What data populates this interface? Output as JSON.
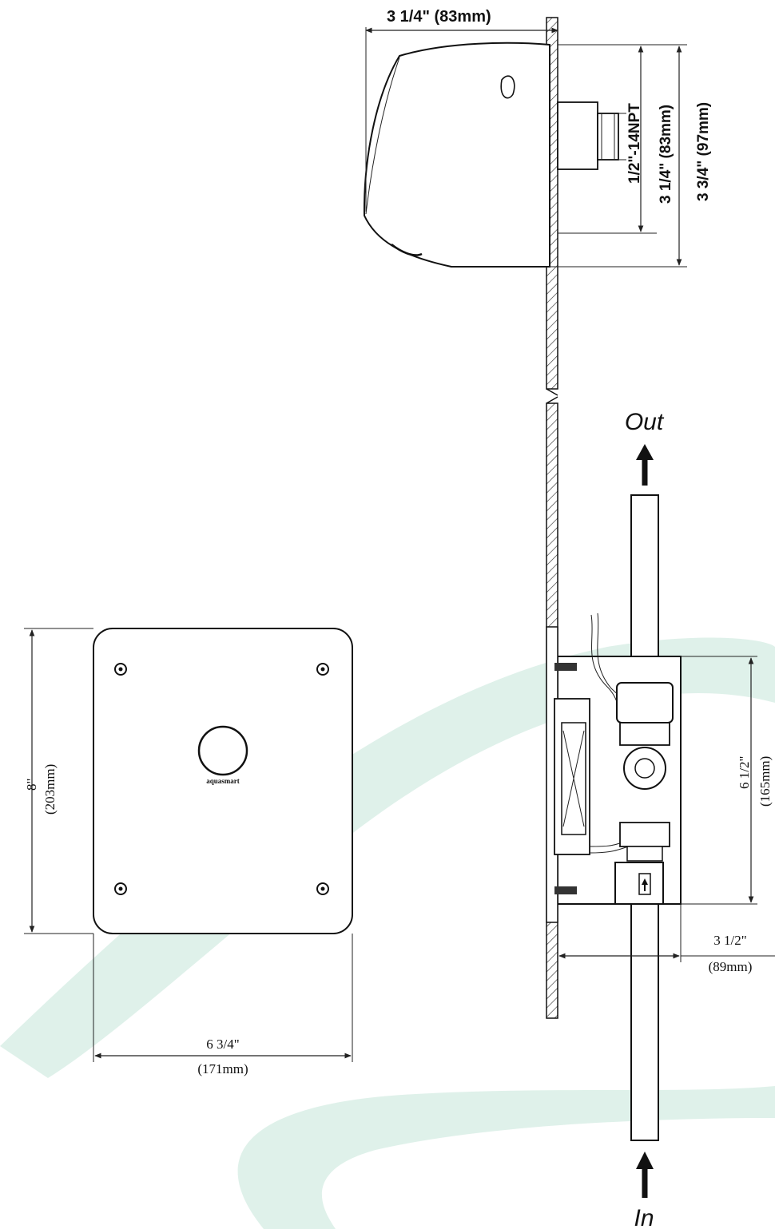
{
  "spout_side_view": {
    "depth_label": "3 1/4\" (83mm)",
    "thread_label": "1/2\"-14NPT",
    "inner_height_label": "3 1/4\" (83mm)",
    "outer_height_label": "3 3/4\" (97mm)"
  },
  "cover_plate_front_view": {
    "height_label_in": "8\"",
    "height_label_mm": "(203mm)",
    "width_label_in": "6  3/4\"",
    "width_label_mm": "(171mm)",
    "brand_text": "aquasmart"
  },
  "control_box_side_view": {
    "flow_out_label": "Out",
    "flow_in_label": "In",
    "height_label_in": "6  1/2\"",
    "height_label_mm": "(165mm)",
    "depth_label_in": "3  1/2\"",
    "depth_label_mm": "(89mm)"
  },
  "colors": {
    "line": "#111111",
    "watermark": "#d9efe6"
  }
}
